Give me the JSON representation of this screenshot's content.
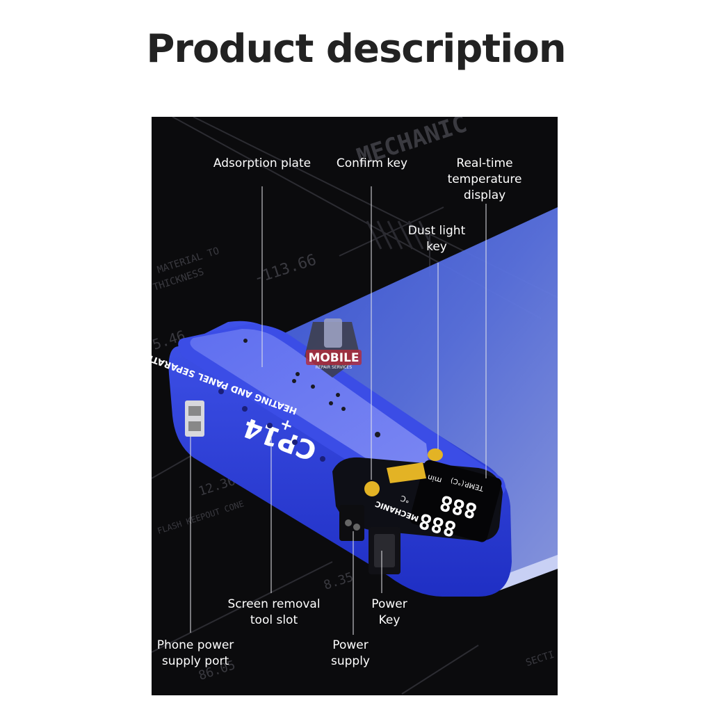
{
  "title": "Product description",
  "device": {
    "model": "CP14",
    "plus": "+",
    "subtitle": "HEATING AND PANEL SEPARATION",
    "brand": "MECHANIC",
    "temp_label": "TEMP.(°C)",
    "digits_top": "888",
    "digits_bottom": "888",
    "unit_c": "°C",
    "unit_min": "min"
  },
  "watermark": {
    "line1": "MOBILE",
    "line2": "REPAIR SERVICES"
  },
  "background_text": {
    "brand": "MECHANIC",
    "dim1": "-113.66",
    "dim2": "5.46",
    "dim3": "12.36",
    "dim4": "8.35",
    "dim5": "86.05",
    "material": "MATERIAL TO",
    "thickness": "THICKNESS",
    "flash": "FLASH KEEPOUT CONE",
    "section": "SECTI"
  },
  "callouts": {
    "adsorption_plate": "Adsorption plate",
    "confirm_key": "Confirm key",
    "real_time_display": "Real-time\ntemperature\ndisplay",
    "dust_light_key": "Dust  light\nkey",
    "screen_removal_slot": "Screen removal\ntool slot",
    "power_key": "Power\nKey",
    "phone_power_port": "Phone power\nsupply port",
    "power_supply": "Power\nsupply"
  }
}
